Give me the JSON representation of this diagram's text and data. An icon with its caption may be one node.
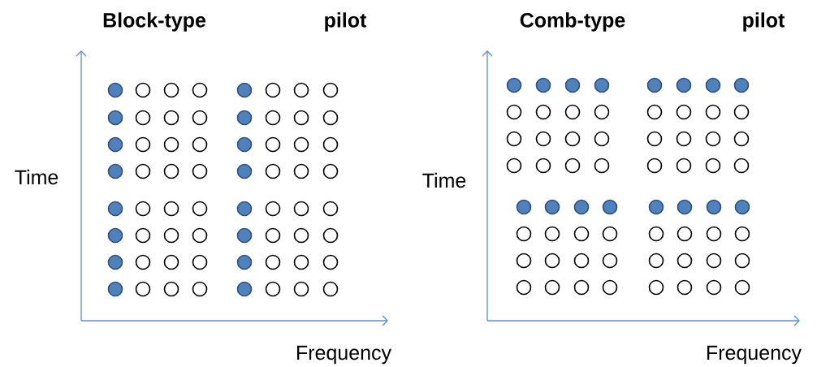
{
  "diagram": {
    "labels": [
      "Block-type",
      "pilot",
      "Comb-type",
      "pilot",
      "Time",
      "Time",
      "Frequency",
      "Frequency"
    ]
  }
}
